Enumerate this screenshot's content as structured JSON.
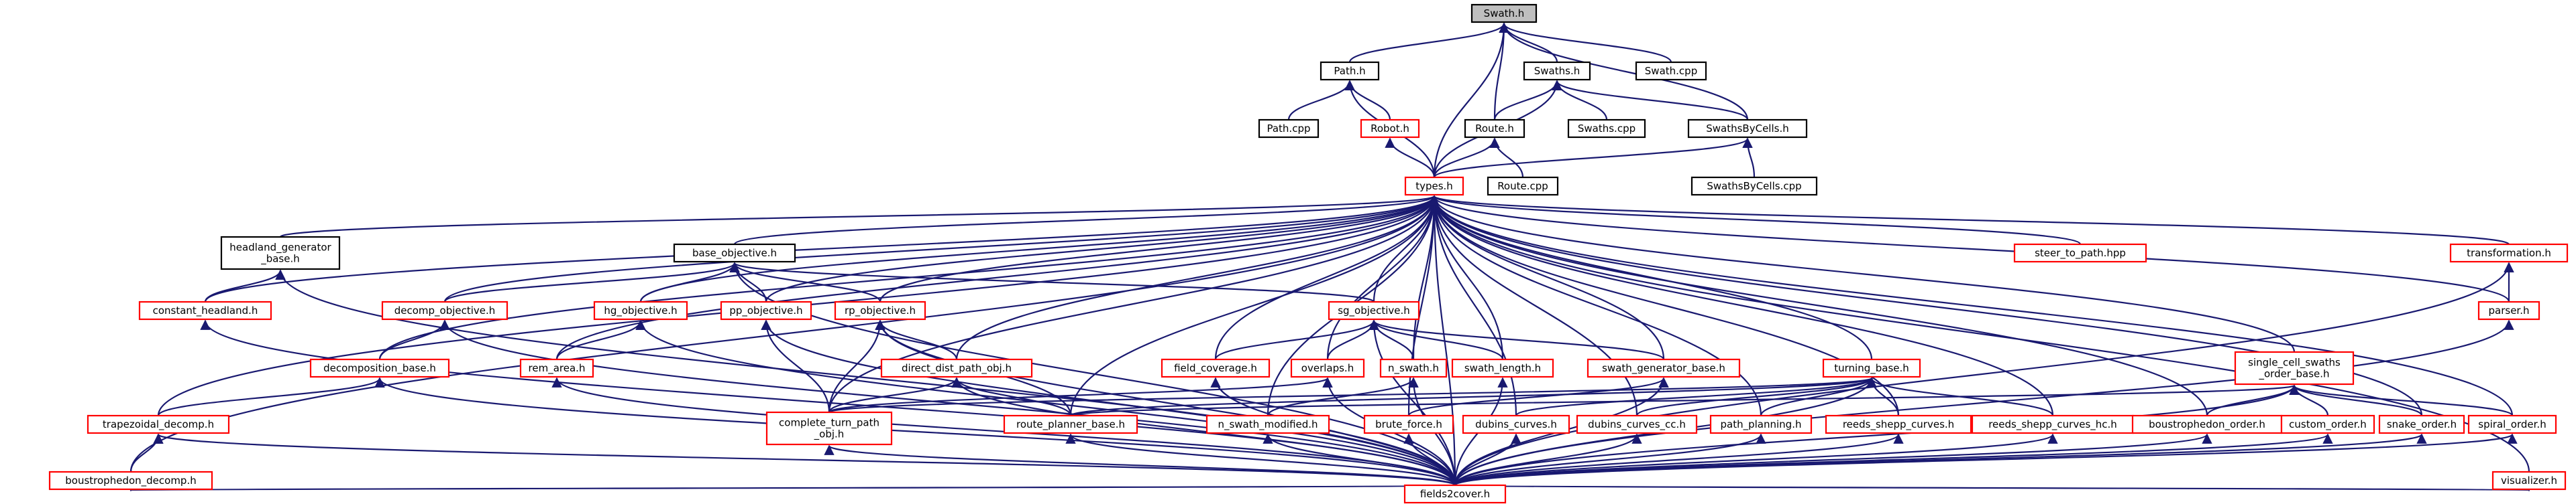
{
  "colors": {
    "edge": "#191970",
    "border_black": "#000000",
    "border_red": "#ff0000",
    "highlight_fill": "#bfbfbf",
    "fill": "#ffffff"
  },
  "nodes": [
    {
      "id": "swath_h",
      "label": [
        "Swath.h"
      ],
      "style": "highlight"
    },
    {
      "id": "path_h",
      "label": [
        "Path.h"
      ],
      "style": "black"
    },
    {
      "id": "swaths_h",
      "label": [
        "Swaths.h"
      ],
      "style": "black"
    },
    {
      "id": "swath_cpp",
      "label": [
        "Swath.cpp"
      ],
      "style": "black"
    },
    {
      "id": "path_cpp",
      "label": [
        "Path.cpp"
      ],
      "style": "black"
    },
    {
      "id": "robot_h",
      "label": [
        "Robot.h"
      ],
      "style": "red"
    },
    {
      "id": "route_h",
      "label": [
        "Route.h"
      ],
      "style": "black"
    },
    {
      "id": "swaths_cpp",
      "label": [
        "Swaths.cpp"
      ],
      "style": "black"
    },
    {
      "id": "swathsbycells_h",
      "label": [
        "SwathsByCells.h"
      ],
      "style": "black"
    },
    {
      "id": "types_h",
      "label": [
        "types.h"
      ],
      "style": "red"
    },
    {
      "id": "route_cpp",
      "label": [
        "Route.cpp"
      ],
      "style": "black"
    },
    {
      "id": "swathsbycells_cpp",
      "label": [
        "SwathsByCells.cpp"
      ],
      "style": "black"
    },
    {
      "id": "headland_generator_base_h",
      "label": [
        "headland_generator",
        "_base.h"
      ],
      "style": "black"
    },
    {
      "id": "base_objective_h",
      "label": [
        "base_objective.h"
      ],
      "style": "black"
    },
    {
      "id": "steer_to_path_hpp",
      "label": [
        "steer_to_path.hpp"
      ],
      "style": "red"
    },
    {
      "id": "transformation_h",
      "label": [
        "transformation.h"
      ],
      "style": "red"
    },
    {
      "id": "constant_headland_h",
      "label": [
        "constant_headland.h"
      ],
      "style": "red"
    },
    {
      "id": "decomp_objective_h",
      "label": [
        "decomp_objective.h"
      ],
      "style": "red"
    },
    {
      "id": "hg_objective_h",
      "label": [
        "hg_objective.h"
      ],
      "style": "red"
    },
    {
      "id": "pp_objective_h",
      "label": [
        "pp_objective.h"
      ],
      "style": "red"
    },
    {
      "id": "rp_objective_h",
      "label": [
        "rp_objective.h"
      ],
      "style": "red"
    },
    {
      "id": "sg_objective_h",
      "label": [
        "sg_objective.h"
      ],
      "style": "red"
    },
    {
      "id": "parser_h",
      "label": [
        "parser.h"
      ],
      "style": "red"
    },
    {
      "id": "decomposition_base_h",
      "label": [
        "decomposition_base.h"
      ],
      "style": "red"
    },
    {
      "id": "rem_area_h",
      "label": [
        "rem_area.h"
      ],
      "style": "red"
    },
    {
      "id": "direct_dist_path_obj_h",
      "label": [
        "direct_dist_path_obj.h"
      ],
      "style": "red"
    },
    {
      "id": "field_coverage_h",
      "label": [
        "field_coverage.h"
      ],
      "style": "red"
    },
    {
      "id": "overlaps_h",
      "label": [
        "overlaps.h"
      ],
      "style": "red"
    },
    {
      "id": "n_swath_h",
      "label": [
        "n_swath.h"
      ],
      "style": "red"
    },
    {
      "id": "swath_length_h",
      "label": [
        "swath_length.h"
      ],
      "style": "red"
    },
    {
      "id": "swath_generator_base_h",
      "label": [
        "swath_generator_base.h"
      ],
      "style": "red"
    },
    {
      "id": "turning_base_h",
      "label": [
        "turning_base.h"
      ],
      "style": "red"
    },
    {
      "id": "single_cell_swaths_order_base_h",
      "label": [
        "single_cell_swaths",
        "_order_base.h"
      ],
      "style": "red"
    },
    {
      "id": "trapezoidal_decomp_h",
      "label": [
        "trapezoidal_decomp.h"
      ],
      "style": "red"
    },
    {
      "id": "complete_turn_path_obj_h",
      "label": [
        "complete_turn_path",
        "_obj.h"
      ],
      "style": "red"
    },
    {
      "id": "route_planner_base_h",
      "label": [
        "route_planner_base.h"
      ],
      "style": "red"
    },
    {
      "id": "n_swath_modified_h",
      "label": [
        "n_swath_modified.h"
      ],
      "style": "red"
    },
    {
      "id": "brute_force_h",
      "label": [
        "brute_force.h"
      ],
      "style": "red"
    },
    {
      "id": "dubins_curves_h",
      "label": [
        "dubins_curves.h"
      ],
      "style": "red"
    },
    {
      "id": "dubins_curves_cc_h",
      "label": [
        "dubins_curves_cc.h"
      ],
      "style": "red"
    },
    {
      "id": "path_planning_h",
      "label": [
        "path_planning.h"
      ],
      "style": "red"
    },
    {
      "id": "reeds_shepp_curves_h",
      "label": [
        "reeds_shepp_curves.h"
      ],
      "style": "red"
    },
    {
      "id": "reeds_shepp_curves_hc_h",
      "label": [
        "reeds_shepp_curves_hc.h"
      ],
      "style": "red"
    },
    {
      "id": "boustrophedon_order_h",
      "label": [
        "boustrophedon_order.h"
      ],
      "style": "red"
    },
    {
      "id": "custom_order_h",
      "label": [
        "custom_order.h"
      ],
      "style": "red"
    },
    {
      "id": "snake_order_h",
      "label": [
        "snake_order.h"
      ],
      "style": "red"
    },
    {
      "id": "spiral_order_h",
      "label": [
        "spiral_order.h"
      ],
      "style": "red"
    },
    {
      "id": "visualizer_h",
      "label": [
        "visualizer.h"
      ],
      "style": "red"
    },
    {
      "id": "boustrophedon_decomp_h",
      "label": [
        "boustrophedon_decomp.h"
      ],
      "style": "red"
    },
    {
      "id": "fields2cover_h",
      "label": [
        "fields2cover.h"
      ],
      "style": "red"
    }
  ],
  "edges": [
    [
      "swath_h",
      "path_h"
    ],
    [
      "swath_h",
      "swaths_h"
    ],
    [
      "swath_h",
      "swath_cpp"
    ],
    [
      "swath_h",
      "route_h"
    ],
    [
      "swath_h",
      "swathsbycells_h"
    ],
    [
      "swath_h",
      "types_h"
    ],
    [
      "path_h",
      "path_cpp"
    ],
    [
      "path_h",
      "robot_h"
    ],
    [
      "path_h",
      "types_h"
    ],
    [
      "swaths_h",
      "route_h"
    ],
    [
      "swaths_h",
      "swaths_cpp"
    ],
    [
      "swaths_h",
      "swathsbycells_h"
    ],
    [
      "swaths_h",
      "types_h"
    ],
    [
      "robot_h",
      "types_h"
    ],
    [
      "route_h",
      "route_cpp"
    ],
    [
      "route_h",
      "types_h"
    ],
    [
      "swathsbycells_h",
      "swathsbycells_cpp"
    ],
    [
      "swathsbycells_h",
      "types_h"
    ],
    [
      "types_h",
      "headland_generator_base_h"
    ],
    [
      "types_h",
      "constant_headland_h"
    ],
    [
      "types_h",
      "base_objective_h"
    ],
    [
      "types_h",
      "decomp_objective_h"
    ],
    [
      "types_h",
      "hg_objective_h"
    ],
    [
      "types_h",
      "pp_objective_h"
    ],
    [
      "types_h",
      "rp_objective_h"
    ],
    [
      "types_h",
      "sg_objective_h"
    ],
    [
      "types_h",
      "decomposition_base_h"
    ],
    [
      "types_h",
      "rem_area_h"
    ],
    [
      "types_h",
      "direct_dist_path_obj_h"
    ],
    [
      "types_h",
      "field_coverage_h"
    ],
    [
      "types_h",
      "overlaps_h"
    ],
    [
      "types_h",
      "n_swath_h"
    ],
    [
      "types_h",
      "swath_length_h"
    ],
    [
      "types_h",
      "swath_generator_base_h"
    ],
    [
      "types_h",
      "turning_base_h"
    ],
    [
      "types_h",
      "steer_to_path_hpp"
    ],
    [
      "types_h",
      "transformation_h"
    ],
    [
      "types_h",
      "parser_h"
    ],
    [
      "types_h",
      "single_cell_swaths_order_base_h"
    ],
    [
      "types_h",
      "trapezoidal_decomp_h"
    ],
    [
      "types_h",
      "boustrophedon_decomp_h"
    ],
    [
      "types_h",
      "complete_turn_path_obj_h"
    ],
    [
      "types_h",
      "route_planner_base_h"
    ],
    [
      "types_h",
      "n_swath_modified_h"
    ],
    [
      "types_h",
      "brute_force_h"
    ],
    [
      "types_h",
      "dubins_curves_h"
    ],
    [
      "types_h",
      "dubins_curves_cc_h"
    ],
    [
      "types_h",
      "path_planning_h"
    ],
    [
      "types_h",
      "reeds_shepp_curves_h"
    ],
    [
      "types_h",
      "reeds_shepp_curves_hc_h"
    ],
    [
      "types_h",
      "boustrophedon_order_h"
    ],
    [
      "types_h",
      "snake_order_h"
    ],
    [
      "types_h",
      "spiral_order_h"
    ],
    [
      "types_h",
      "visualizer_h"
    ],
    [
      "types_h",
      "fields2cover_h"
    ],
    [
      "headland_generator_base_h",
      "constant_headland_h"
    ],
    [
      "headland_generator_base_h",
      "fields2cover_h"
    ],
    [
      "constant_headland_h",
      "fields2cover_h"
    ],
    [
      "base_objective_h",
      "decomp_objective_h"
    ],
    [
      "base_objective_h",
      "hg_objective_h"
    ],
    [
      "base_objective_h",
      "pp_objective_h"
    ],
    [
      "base_objective_h",
      "rp_objective_h"
    ],
    [
      "base_objective_h",
      "sg_objective_h"
    ],
    [
      "base_objective_h",
      "fields2cover_h"
    ],
    [
      "decomp_objective_h",
      "decomposition_base_h"
    ],
    [
      "decomp_objective_h",
      "fields2cover_h"
    ],
    [
      "hg_objective_h",
      "rem_area_h"
    ],
    [
      "hg_objective_h",
      "fields2cover_h"
    ],
    [
      "pp_objective_h",
      "complete_turn_path_obj_h"
    ],
    [
      "pp_objective_h",
      "fields2cover_h"
    ],
    [
      "rp_objective_h",
      "direct_dist_path_obj_h"
    ],
    [
      "rp_objective_h",
      "complete_turn_path_obj_h"
    ],
    [
      "rp_objective_h",
      "route_planner_base_h"
    ],
    [
      "rp_objective_h",
      "fields2cover_h"
    ],
    [
      "sg_objective_h",
      "field_coverage_h"
    ],
    [
      "sg_objective_h",
      "overlaps_h"
    ],
    [
      "sg_objective_h",
      "n_swath_h"
    ],
    [
      "sg_objective_h",
      "swath_length_h"
    ],
    [
      "sg_objective_h",
      "swath_generator_base_h"
    ],
    [
      "sg_objective_h",
      "fields2cover_h"
    ],
    [
      "decomposition_base_h",
      "trapezoidal_decomp_h"
    ],
    [
      "decomposition_base_h",
      "fields2cover_h"
    ],
    [
      "rem_area_h",
      "fields2cover_h"
    ],
    [
      "direct_dist_path_obj_h",
      "complete_turn_path_obj_h"
    ],
    [
      "direct_dist_path_obj_h",
      "route_planner_base_h"
    ],
    [
      "direct_dist_path_obj_h",
      "fields2cover_h"
    ],
    [
      "field_coverage_h",
      "fields2cover_h"
    ],
    [
      "overlaps_h",
      "complete_turn_path_obj_h"
    ],
    [
      "overlaps_h",
      "fields2cover_h"
    ],
    [
      "n_swath_h",
      "n_swath_modified_h"
    ],
    [
      "n_swath_h",
      "fields2cover_h"
    ],
    [
      "swath_length_h",
      "fields2cover_h"
    ],
    [
      "swath_generator_base_h",
      "brute_force_h"
    ],
    [
      "swath_generator_base_h",
      "fields2cover_h"
    ],
    [
      "turning_base_h",
      "route_planner_base_h"
    ],
    [
      "turning_base_h",
      "dubins_curves_h"
    ],
    [
      "turning_base_h",
      "dubins_curves_cc_h"
    ],
    [
      "turning_base_h",
      "path_planning_h"
    ],
    [
      "turning_base_h",
      "reeds_shepp_curves_h"
    ],
    [
      "turning_base_h",
      "reeds_shepp_curves_hc_h"
    ],
    [
      "turning_base_h",
      "complete_turn_path_obj_h"
    ],
    [
      "turning_base_h",
      "fields2cover_h"
    ],
    [
      "single_cell_swaths_order_base_h",
      "boustrophedon_order_h"
    ],
    [
      "single_cell_swaths_order_base_h",
      "custom_order_h"
    ],
    [
      "single_cell_swaths_order_base_h",
      "snake_order_h"
    ],
    [
      "single_cell_swaths_order_base_h",
      "spiral_order_h"
    ],
    [
      "single_cell_swaths_order_base_h",
      "route_planner_base_h"
    ],
    [
      "single_cell_swaths_order_base_h",
      "fields2cover_h"
    ],
    [
      "transformation_h",
      "parser_h"
    ],
    [
      "transformation_h",
      "fields2cover_h"
    ],
    [
      "parser_h",
      "fields2cover_h"
    ],
    [
      "trapezoidal_decomp_h",
      "boustrophedon_decomp_h"
    ],
    [
      "trapezoidal_decomp_h",
      "fields2cover_h"
    ],
    [
      "boustrophedon_decomp_h",
      "fields2cover_h"
    ],
    [
      "complete_turn_path_obj_h",
      "fields2cover_h"
    ],
    [
      "route_planner_base_h",
      "fields2cover_h"
    ],
    [
      "n_swath_modified_h",
      "fields2cover_h"
    ],
    [
      "brute_force_h",
      "fields2cover_h"
    ],
    [
      "dubins_curves_h",
      "fields2cover_h"
    ],
    [
      "dubins_curves_cc_h",
      "fields2cover_h"
    ],
    [
      "path_planning_h",
      "fields2cover_h"
    ],
    [
      "reeds_shepp_curves_h",
      "fields2cover_h"
    ],
    [
      "reeds_shepp_curves_hc_h",
      "fields2cover_h"
    ],
    [
      "boustrophedon_order_h",
      "fields2cover_h"
    ],
    [
      "custom_order_h",
      "fields2cover_h"
    ],
    [
      "snake_order_h",
      "fields2cover_h"
    ],
    [
      "spiral_order_h",
      "fields2cover_h"
    ],
    [
      "visualizer_h",
      "fields2cover_h"
    ]
  ]
}
